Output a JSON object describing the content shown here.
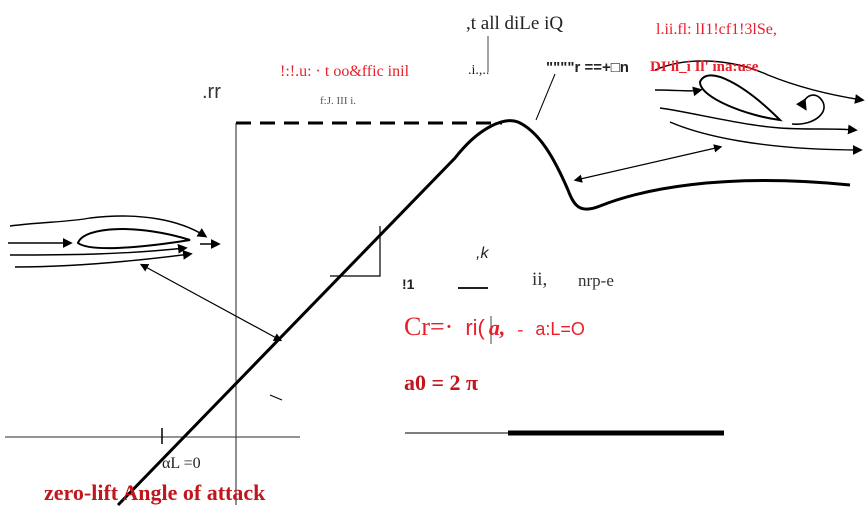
{
  "labels": {
    "stall_title": ",t all diLe iQ",
    "left_red": "!:!.u: · t oo&ffic inil",
    "left_dots": ".i.,..",
    "mid_glyphs": "\"\"\"\"r ==+□n",
    "right_red_top": "l.ii.fl: lI1!cf1!3lSe,",
    "right_red_bottom": "DI'il_i Il' ina:use",
    "cl_axis_mark": ".rr",
    "small_note": "f:J. III i.",
    "slope_k": ",k",
    "slope_1": "!1",
    "slope_ii": "ii,",
    "slope_nrp": "nrp-e",
    "eq_prefix": "Cr=·",
    "eq_bar": "|",
    "eq_ri": "ri(",
    "eq_a": "a,",
    "eq_dash": "-",
    "eq_tail": "a:L=O",
    "a0_formula": "a0 = 2 π",
    "alpha_zero": "αL =0",
    "zero_lift_caption": "zero-lift Angle of attack"
  },
  "colors": {
    "red": "#e81f2a",
    "dark_red": "#c0161d",
    "black": "#000000",
    "gray": "#555555"
  }
}
